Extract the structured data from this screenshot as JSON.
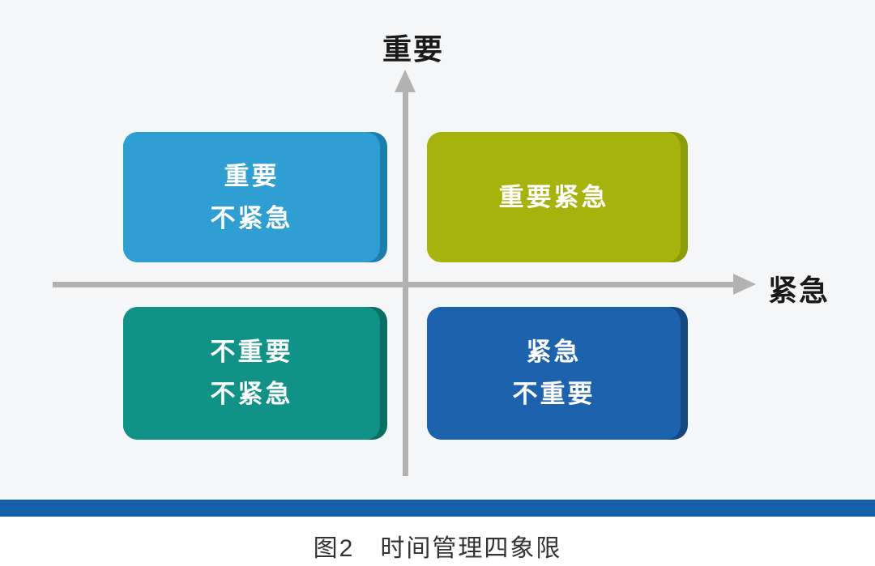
{
  "page": {
    "background": "#f5f6f7",
    "lower_background": "#ffffff"
  },
  "axes": {
    "y_label": "重要",
    "x_label": "紧急",
    "arrow_color": "#b2b2b2",
    "label_color": "#1a1a1a"
  },
  "quadrants": {
    "top_left": {
      "name": "important-not-urgent",
      "lines": [
        "重要",
        "不紧急"
      ],
      "face_color": "#2f9ed2",
      "edge_color": "#1b7fae",
      "text_color": "#ffffff"
    },
    "top_right": {
      "name": "important-urgent",
      "lines": [
        "重要紧急"
      ],
      "face_color": "#a7b30d",
      "edge_color": "#8d9b04",
      "text_color": "#ffffff"
    },
    "bottom_left": {
      "name": "not-important-not-urgent",
      "lines": [
        "不重要",
        "不紧急"
      ],
      "face_color": "#109287",
      "edge_color": "#0b6e65",
      "text_color": "#ffffff"
    },
    "bottom_right": {
      "name": "urgent-not-important",
      "lines": [
        "紧急",
        "不重要"
      ],
      "face_color": "#1c62ad",
      "edge_color": "#12497f",
      "text_color": "#ffffff"
    }
  },
  "footer": {
    "bar_color": "#1560a8",
    "caption": "图2　时间管理四象限"
  }
}
